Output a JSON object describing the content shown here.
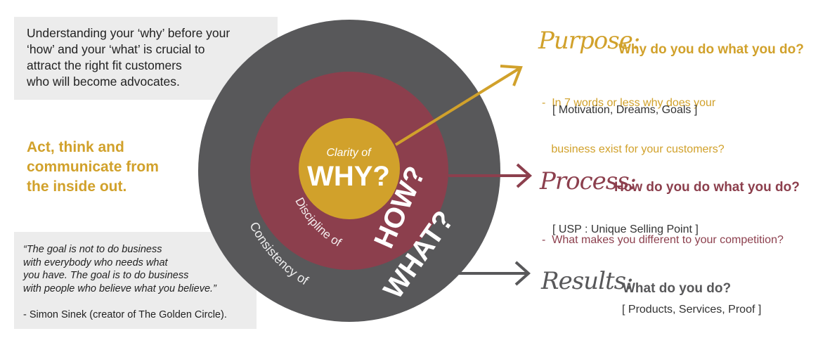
{
  "intro": {
    "lines": [
      "Understanding your ‘why’ before your",
      "‘how’ and your ‘what’ is crucial to",
      "attract the right fit customers",
      "who will become advocates."
    ]
  },
  "tagline": {
    "lines": [
      "Act, think and",
      "communicate from",
      "the inside out."
    ]
  },
  "quote": {
    "lines": [
      "“The goal is not to do business",
      "with everybody who needs what",
      "you have. The goal is to do business",
      "with people who believe what you believe.”"
    ],
    "author": "- Simon Sinek  (creator of The Golden Circle)."
  },
  "circle": {
    "why_prefix": "Clarity of",
    "why_word": "WHY?",
    "how_prefix": "Discipline of",
    "how_word": "HOW?",
    "what_prefix": "Consistency of",
    "what_word": "WHAT?"
  },
  "purpose": {
    "script": "Purpose:",
    "question": "Why do you do what you do?",
    "detail_lines": [
      "-  In 7 words or less why does your",
      "   business exist for your customers?"
    ],
    "tags": "[ Motivation, Dreams, Goals ]"
  },
  "process": {
    "script": "Process:",
    "question": "How do you do what you do?",
    "detail_lines": [
      "-  What makes you different to your competition?"
    ],
    "tags": "[ USP : Unique Selling Point ]"
  },
  "results": {
    "script": "Results:",
    "question": "What do you do?",
    "tags": "[ Products, Services, Proof ]"
  },
  "colors": {
    "gold": "#d1a12b",
    "maroon": "#8c3f4d",
    "dark_grey": "#58585a",
    "panel_grey": "#ececec"
  }
}
